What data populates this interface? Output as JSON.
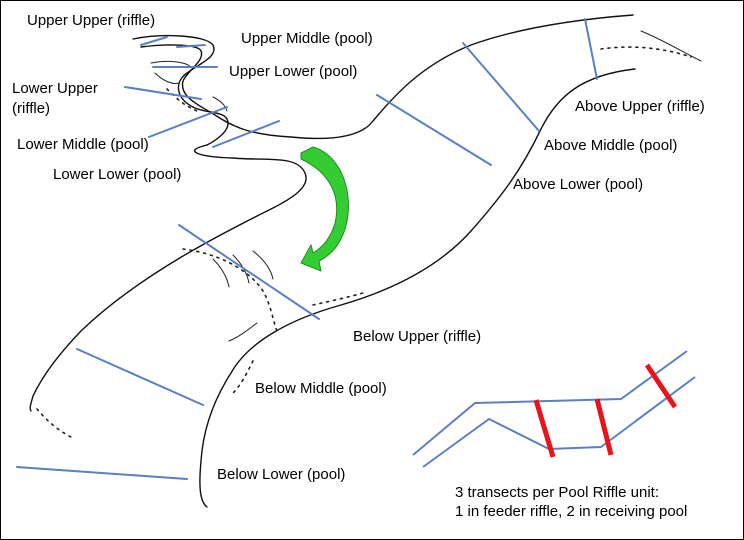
{
  "colors": {
    "transect": "#5b7fc4",
    "arrow": "#33cc33",
    "red_transect": "#e8141b",
    "bank": "#111111",
    "background": "#ffffff"
  },
  "labels": {
    "upper_upper": "Upper Upper (riffle)",
    "upper_middle": "Upper Middle (pool)",
    "upper_lower": "Upper Lower (pool)",
    "lower_upper_1": "Lower Upper",
    "lower_upper_2": "(riffle)",
    "lower_middle": "Lower Middle (pool)",
    "lower_lower": "Lower Lower (pool)",
    "above_upper": "Above Upper (riffle)",
    "above_middle": "Above Middle (pool)",
    "above_lower": "Above Lower (pool)",
    "below_upper": "Below Upper (riffle)",
    "below_middle": "Below Middle (pool)",
    "below_lower": "Below Lower (pool)"
  },
  "caption": {
    "line1": "3 transects per Pool Riffle unit:",
    "line2": "1 in feeder riffle, 2 in receiving pool"
  },
  "icons": {
    "flow_arrow": "curved-arrow-icon"
  }
}
